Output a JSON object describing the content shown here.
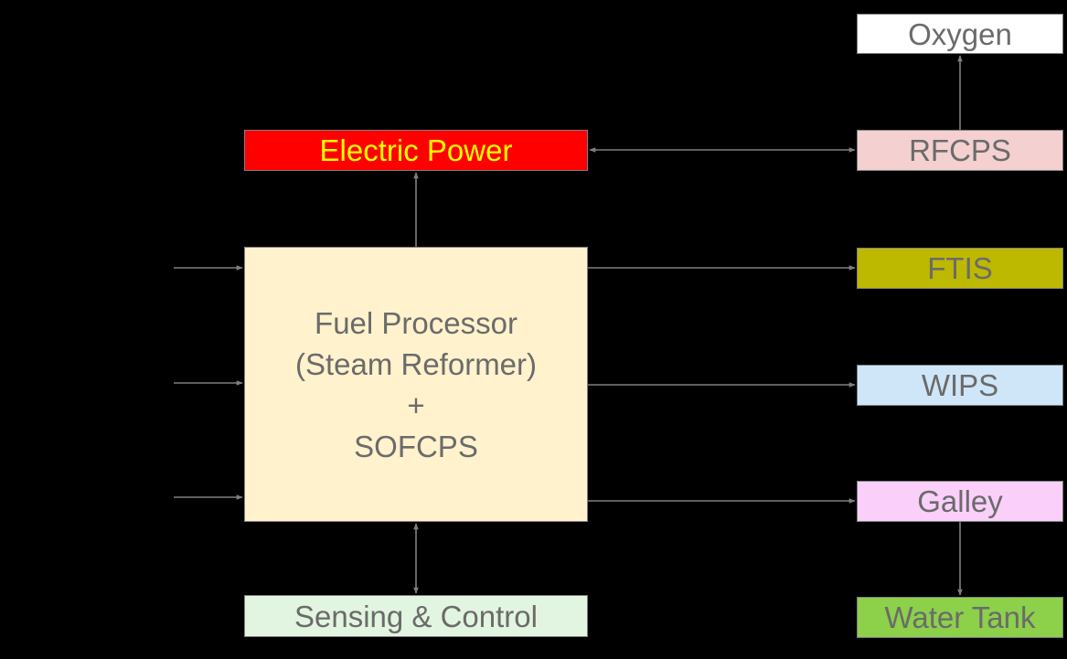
{
  "nodes": {
    "oxygen": {
      "label": "Oxygen",
      "fill": "#ffffff",
      "text_color": "#6b6b6b"
    },
    "power": {
      "label": "Electric Power",
      "fill": "#ff0000",
      "text_color": "#ffff00"
    },
    "rfcps": {
      "label": "RFCPS",
      "fill": "#f4d0d0",
      "text_color": "#6b6b6b"
    },
    "ftis": {
      "label": "FTIS",
      "fill": "#bdb800",
      "text_color": "#6b6b6b"
    },
    "wips": {
      "label": "WIPS",
      "fill": "#cfe6f8",
      "text_color": "#6b6b6b"
    },
    "galley": {
      "label": "Galley",
      "fill": "#fad0fa",
      "text_color": "#6b6b6b"
    },
    "tank": {
      "label": "Water Tank",
      "fill": "#8dd04a",
      "text_color": "#6b6b6b"
    },
    "sensing": {
      "label": "Sensing & Control",
      "fill": "#e2f5e0",
      "text_color": "#6b6b6b"
    },
    "fuel_processor": {
      "lines": [
        "Fuel Processor",
        "(Steam Reformer)",
        "+",
        "SOFCPS"
      ],
      "fill": "#fff2cc",
      "text_color": "#6b6b6b"
    }
  },
  "edges": [
    {
      "from": "input-1",
      "to": "fuel_processor",
      "style": "arrow"
    },
    {
      "from": "input-2",
      "to": "fuel_processor",
      "style": "arrow"
    },
    {
      "from": "input-3",
      "to": "fuel_processor",
      "style": "arrow"
    },
    {
      "from": "fuel_processor",
      "to": "power",
      "style": "line"
    },
    {
      "from": "power",
      "to": "rfcps",
      "style": "double-arrow"
    },
    {
      "from": "rfcps",
      "to": "oxygen",
      "style": "arrow"
    },
    {
      "from": "fuel_processor",
      "to": "ftis",
      "style": "arrow"
    },
    {
      "from": "fuel_processor",
      "to": "wips",
      "style": "arrow"
    },
    {
      "from": "fuel_processor",
      "to": "galley",
      "style": "arrow"
    },
    {
      "from": "galley",
      "to": "tank",
      "style": "arrow"
    },
    {
      "from": "fuel_processor",
      "to": "sensing",
      "style": "double-arrow"
    }
  ],
  "colors": {
    "background": "#000000",
    "connector": "#7f7f7f",
    "border": "#7f7f7f"
  }
}
